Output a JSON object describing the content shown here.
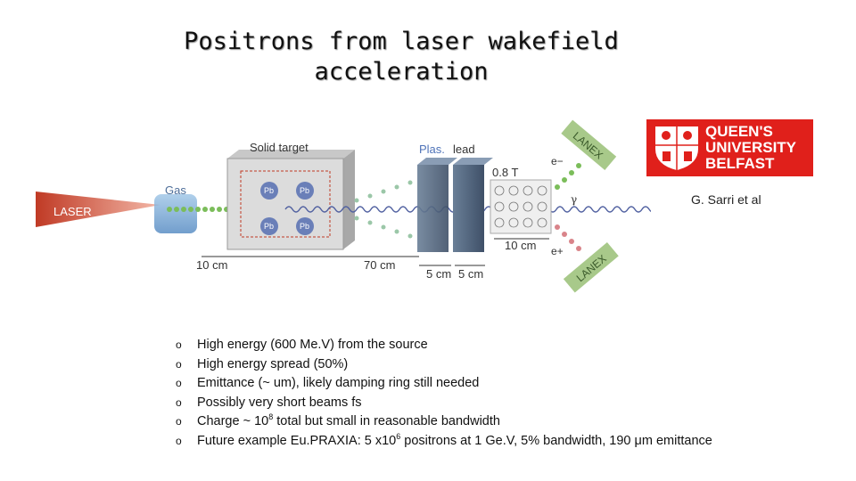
{
  "slide": {
    "title_line1": "Positrons from laser wakefield",
    "title_line2": "acceleration",
    "credit": "G. Sarri et al"
  },
  "logo": {
    "line1": "QUEEN'S",
    "line2": "UNIVERSITY",
    "line3": "BELFAST",
    "color": "#e0201b"
  },
  "diagram": {
    "solid_target": "Solid target",
    "gas": "Gas",
    "laser": "LASER",
    "plas": "Plas.",
    "lead": "lead",
    "field": "0.8 T",
    "electron": "e−",
    "positron": "e+",
    "gamma": "γ",
    "lanex_top": "LANEX",
    "lanex_bottom": "LANEX",
    "pb": "Pb",
    "dist_gas": "10 cm",
    "dist_target": "70 cm",
    "dist_plas": "5 cm",
    "dist_lead": "5 cm",
    "dist_magnet": "10 cm"
  },
  "bullets": [
    {
      "marker": "o",
      "text": "High energy (600 Me.V) from the source"
    },
    {
      "marker": "o",
      "text": "High energy spread (50%)"
    },
    {
      "marker": "o",
      "text": "Emittance (~ um), likely damping ring still needed"
    },
    {
      "marker": "o",
      "text": "Possibly very short beams fs"
    },
    {
      "marker": "o",
      "pre": "Charge ~ 10",
      "sup": "8",
      "post": " total but small in reasonable bandwidth"
    },
    {
      "marker": "o",
      "pre": "Future example Eu.PRAXIA: 5 x10",
      "sup": "6",
      "post": " positrons at 1 Ge.V, 5% bandwidth, 190 μm emittance"
    }
  ]
}
